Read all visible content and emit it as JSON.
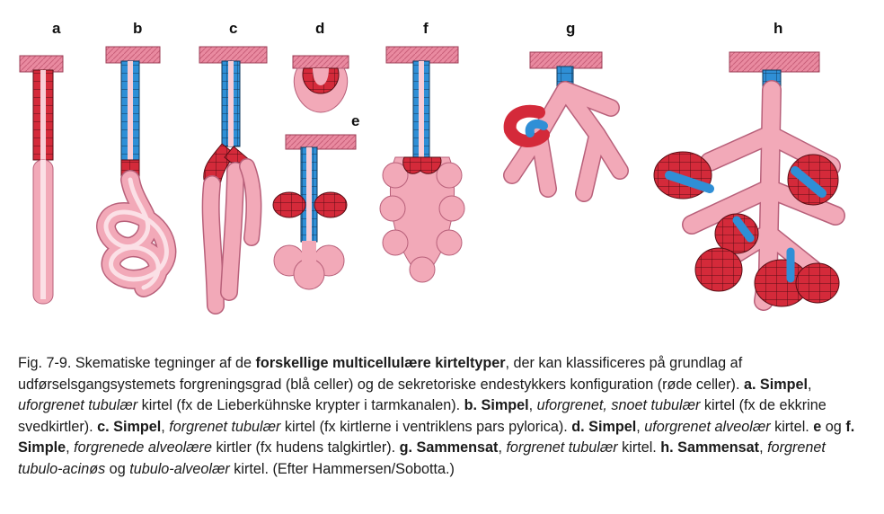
{
  "figure": {
    "panel_labels": [
      "a",
      "b",
      "c",
      "d",
      "e",
      "f",
      "g",
      "h"
    ],
    "colors": {
      "blue_cells": "#2f8fd6",
      "red_cells": "#d42a3a",
      "tissue_pink": "#f2a9b8",
      "tissue_light": "#f8cdd6",
      "surface": "#e98aa0"
    }
  },
  "caption": {
    "segments": [
      {
        "t": "Fig. 7-9. Skematiske tegninger af de ",
        "s": "n"
      },
      {
        "t": "forskellige multicellulære kirteltyper",
        "s": "b"
      },
      {
        "t": ", der kan klassificeres på grundlag af udførselsgangsystemets forgreningsgrad (blå celler) og de sekretoriske endestykkers konfiguration (røde celler). ",
        "s": "n"
      },
      {
        "t": "a. Simpel",
        "s": "b"
      },
      {
        "t": ", ",
        "s": "n"
      },
      {
        "t": "uforgrenet tubulær",
        "s": "i"
      },
      {
        "t": " kirtel (fx de Lieberkühnske krypter i tarmkanalen). ",
        "s": "n"
      },
      {
        "t": "b. Simpel",
        "s": "b"
      },
      {
        "t": ", ",
        "s": "n"
      },
      {
        "t": "uforgrenet, snoet tubulær",
        "s": "i"
      },
      {
        "t": " kirtel (fx de ekkrine svedkirtler). ",
        "s": "n"
      },
      {
        "t": "c. Simpel",
        "s": "b"
      },
      {
        "t": ", ",
        "s": "n"
      },
      {
        "t": "forgrenet tubulær",
        "s": "i"
      },
      {
        "t": " kirtel (fx kirtlerne i ventriklens pars pylorica). ",
        "s": "n"
      },
      {
        "t": "d. Simpel",
        "s": "b"
      },
      {
        "t": ", ",
        "s": "n"
      },
      {
        "t": "uforgrenet alveolær",
        "s": "i"
      },
      {
        "t": " kirtel. ",
        "s": "n"
      },
      {
        "t": "e",
        "s": "b"
      },
      {
        "t": " og ",
        "s": "n"
      },
      {
        "t": "f. Simple",
        "s": "b"
      },
      {
        "t": ", ",
        "s": "n"
      },
      {
        "t": "forgrenede alveolære",
        "s": "i"
      },
      {
        "t": " kirtler (fx hudens talgkirtler). ",
        "s": "n"
      },
      {
        "t": "g. Sammensat",
        "s": "b"
      },
      {
        "t": ", ",
        "s": "n"
      },
      {
        "t": "forgrenet tubulær",
        "s": "i"
      },
      {
        "t": " kirtel. ",
        "s": "n"
      },
      {
        "t": "h. Sammensat",
        "s": "b"
      },
      {
        "t": ", ",
        "s": "n"
      },
      {
        "t": "forgrenet tubulo-acinøs",
        "s": "i"
      },
      {
        "t": " og ",
        "s": "n"
      },
      {
        "t": "tubulo-alveolær",
        "s": "i"
      },
      {
        "t": " kirtel. (Efter Hammersen/Sobotta.)",
        "s": "n"
      }
    ]
  }
}
